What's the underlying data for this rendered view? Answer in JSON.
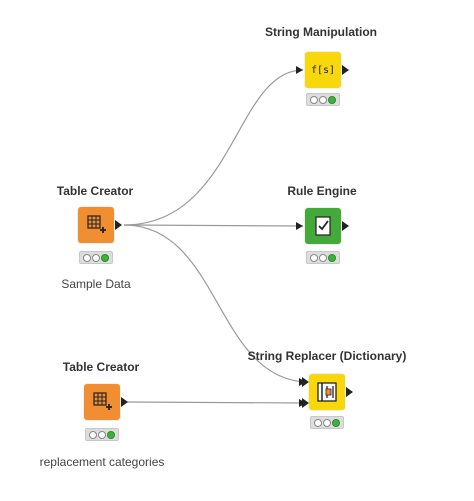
{
  "nodes": {
    "table_creator_1": {
      "title": "Table Creator",
      "label": "Sample Data",
      "icon": "table-plus-icon",
      "color": "#f18e32"
    },
    "table_creator_2": {
      "title": "Table Creator",
      "label": "replacement categories",
      "icon": "table-plus-icon",
      "color": "#f18e32"
    },
    "string_manipulation": {
      "title": "String Manipulation",
      "icon_text": "f[s]",
      "icon": "string-function-icon",
      "color": "#f8d80b"
    },
    "rule_engine": {
      "title": "Rule Engine",
      "icon": "rule-document-check-icon",
      "color": "#43a938"
    },
    "string_replacer": {
      "title": "String Replacer (Dictionary)",
      "icon": "dictionary-replace-icon",
      "color": "#f8d80b"
    }
  },
  "status_lights": [
    "off",
    "off",
    "on"
  ],
  "colors": {
    "status_on": "#3cb23c",
    "wire": "#9a9a9a",
    "port": "#222222"
  }
}
